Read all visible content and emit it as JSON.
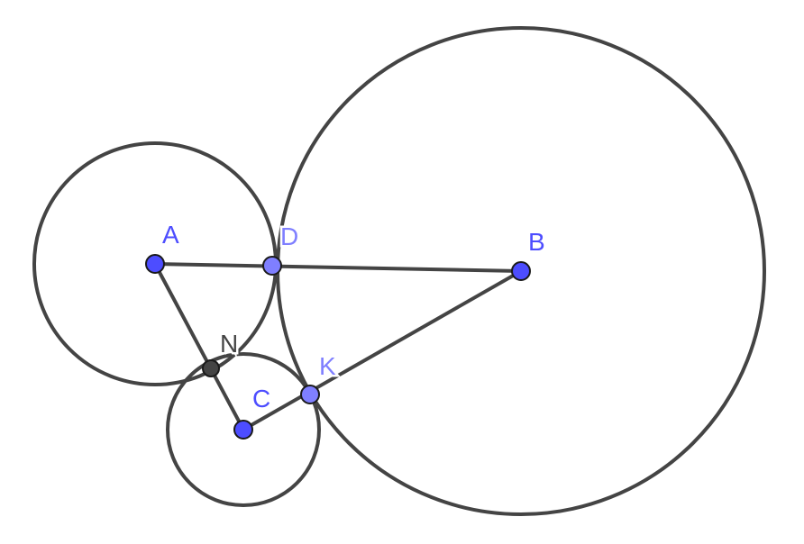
{
  "points": {
    "A": {
      "label": "A"
    },
    "B": {
      "label": "B"
    },
    "C": {
      "label": "C"
    },
    "D": {
      "label": "D"
    },
    "K": {
      "label": "K"
    },
    "N": {
      "label": "N"
    }
  },
  "colors": {
    "free_point": "#4d4dff",
    "dependent_point": "#7f7fff",
    "intersection_point": "#444444",
    "stroke": "#444444"
  }
}
